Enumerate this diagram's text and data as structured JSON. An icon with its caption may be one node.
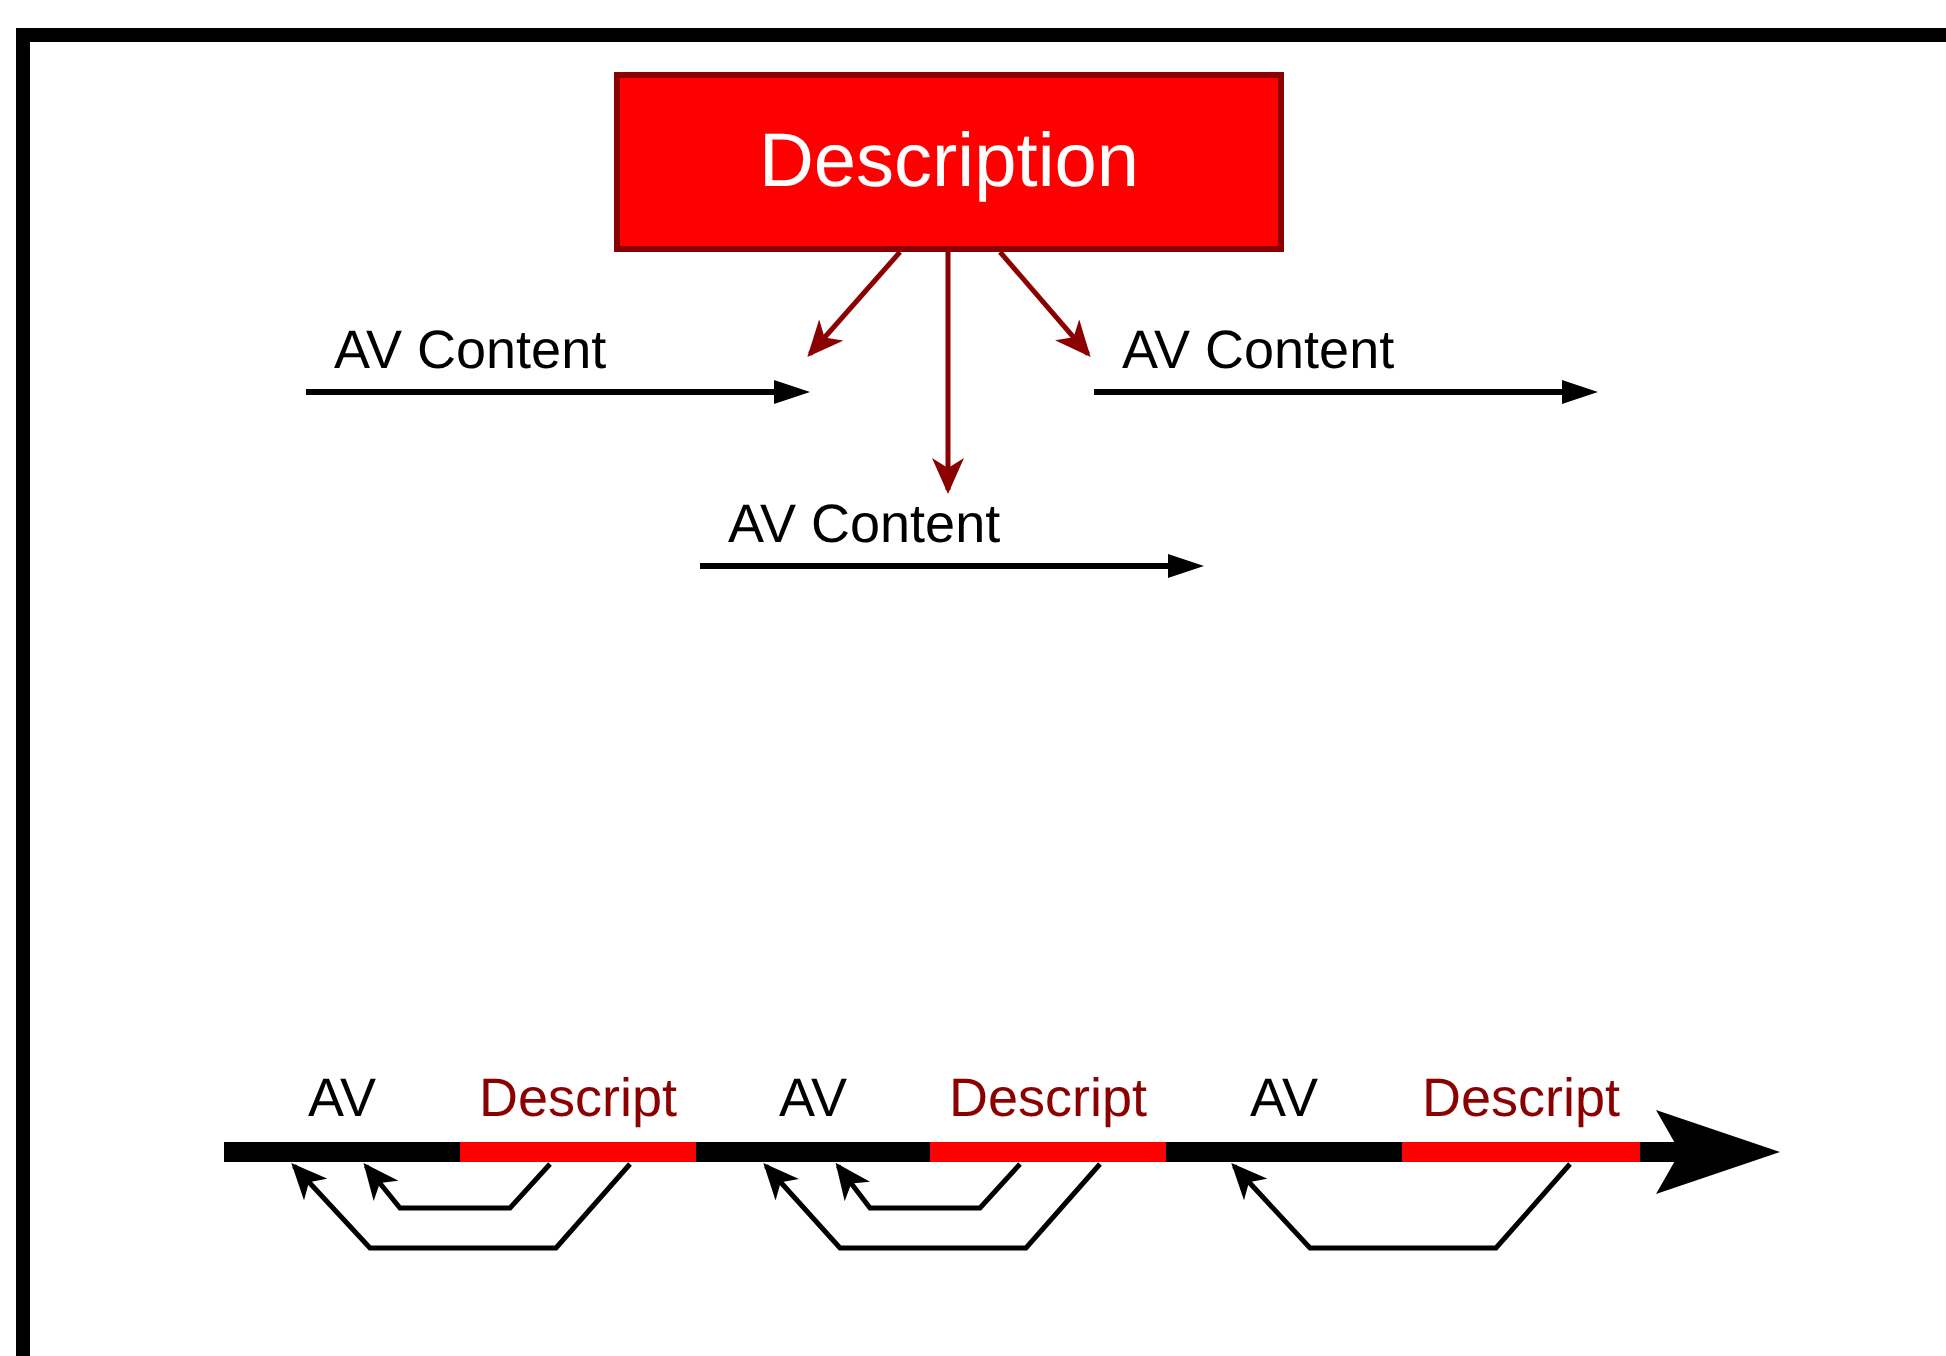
{
  "diagram": {
    "nodes": [
      {
        "text": [
          "Description"
        ]
      },
      {
        "text": [
          "AV Content"
        ]
      },
      {
        "text": [
          "AV Content"
        ]
      },
      {
        "text": [
          "AV Content"
        ]
      },
      {
        "text": [
          "AV"
        ]
      },
      {
        "text": [
          "Descript"
        ]
      },
      {
        "text": [
          "AV"
        ]
      },
      {
        "text": [
          "Descript"
        ]
      },
      {
        "text": [
          "AV"
        ]
      },
      {
        "text": [
          "Descript"
        ]
      }
    ],
    "edges": [
      {
        "from": 0,
        "to": 1,
        "arrow": "to",
        "color": "#8b0000"
      },
      {
        "from": 0,
        "to": 3,
        "arrow": "to",
        "color": "#8b0000"
      },
      {
        "from": 0,
        "to": 2,
        "arrow": "to",
        "color": "#8b0000"
      },
      {
        "from": 5,
        "to": 4,
        "arrow": "to"
      },
      {
        "from": 5,
        "to": 4,
        "arrow": "to"
      },
      {
        "from": 7,
        "to": 6,
        "arrow": "to"
      },
      {
        "from": 7,
        "to": 6,
        "arrow": "to"
      },
      {
        "from": 9,
        "to": 8,
        "arrow": "to"
      }
    ]
  }
}
